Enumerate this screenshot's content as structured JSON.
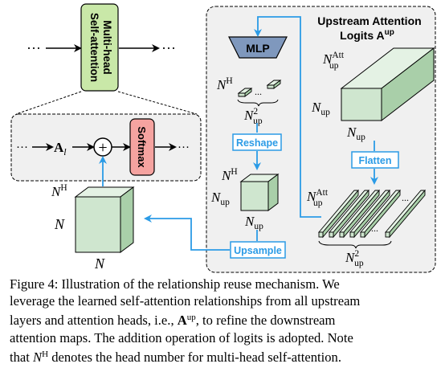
{
  "diagram": {
    "left_ellipsis": "···",
    "right_ellipsis": "···",
    "mhsa_label_1": "Multi-head",
    "mhsa_label_2": "Self-attention",
    "softmax_label": "Softmax",
    "a_l_base": "A",
    "a_l_sub": "l",
    "plus_symbol": "+",
    "mlp_label": "MLP",
    "reshape_label": "Reshape",
    "flatten_label": "Flatten",
    "upsample_label": "Upsample",
    "upstream_title_1": "Upstream Attention",
    "upstream_title_2": "Logits A",
    "upstream_title_sup": "up",
    "n_label": "N",
    "n_h_base": "N",
    "n_h_sup": "H",
    "n_up_base": "N",
    "n_up_sub": "up",
    "n_att_sup": "Att",
    "n_up2_sup": "2",
    "dots": "..."
  },
  "caption": {
    "line1": "Figure 4: Illustration of the relationship reuse mechanism. We",
    "line2": "leverage the learned self-attention relationships from all upstream",
    "line3_a": "layers and attention heads, i.e., ",
    "line3_b": "A",
    "line3_c": "up",
    "line3_d": ", to refine the downstream",
    "line4": "attention maps. The addition operation of logits is adopted. Note",
    "line5_a": "that ",
    "line5_b": "N",
    "line5_c": "H",
    "line5_d": " denotes the head number for multi-head self-attention."
  },
  "colors": {
    "green_fill": "#c9e8a8",
    "red_fill": "#f5a3a0",
    "blue_arrow": "#2b9be6",
    "box_fill": "#f0f0f0",
    "cube_front": "#cfe6cf",
    "cube_top": "#e4f2e4",
    "cube_side": "#a9cfa9",
    "mlp_fill": "#7f98bd"
  }
}
